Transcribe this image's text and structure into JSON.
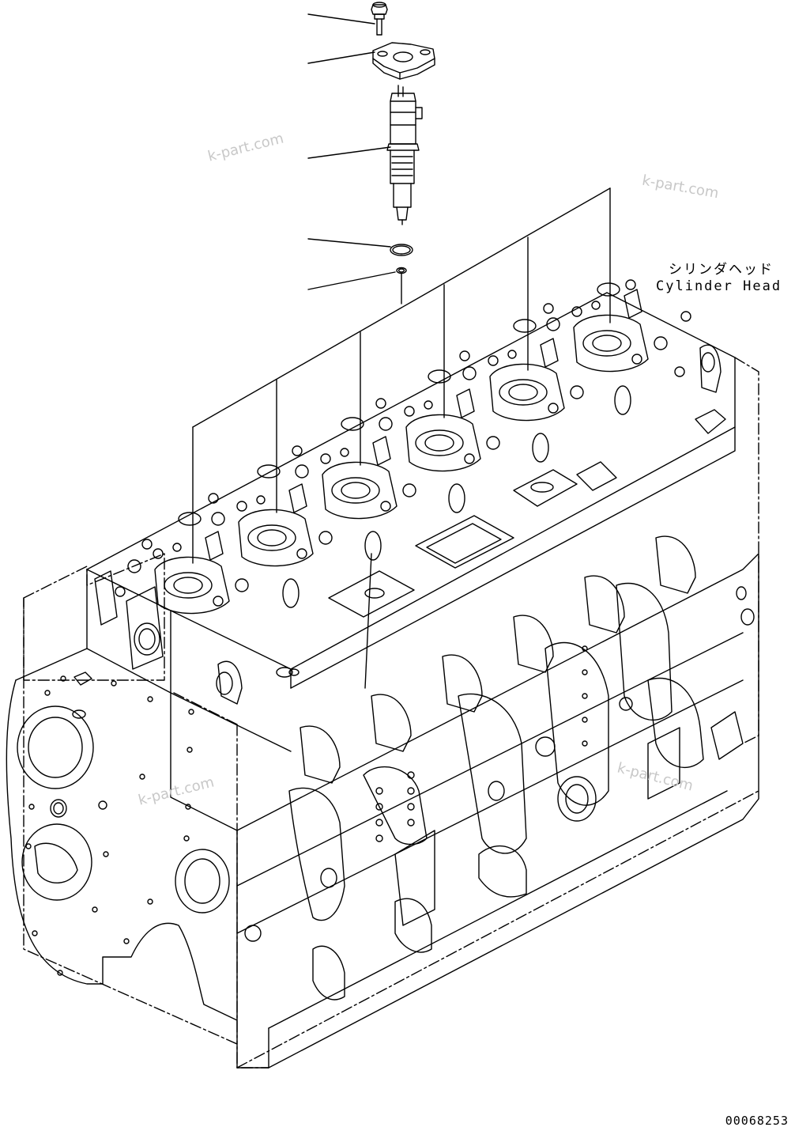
{
  "labels": {
    "cylinder_head_jp": "シリンダヘッド",
    "cylinder_head_en": "Cylinder Head"
  },
  "drawing_number": "00068253",
  "watermark": "k-part.com",
  "colors": {
    "line": "#000000",
    "watermark": "#c8c8c8",
    "background": "#ffffff"
  }
}
